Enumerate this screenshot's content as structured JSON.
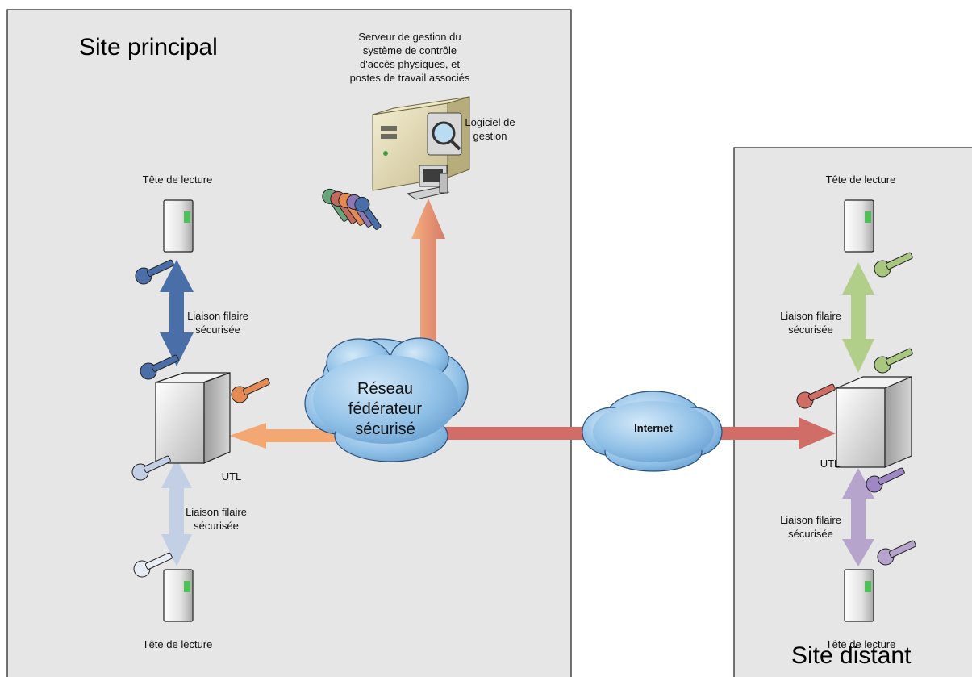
{
  "sites": {
    "main": {
      "title": "Site principal"
    },
    "remote": {
      "title": "Site distant"
    }
  },
  "server": {
    "caption": "Serveur de gestion du\nsystème de contrôle\nd'accès physiques, et\npostes de travail associés",
    "software_label": "Logiciel de\ngestion"
  },
  "network": {
    "federator_label": "Réseau\nfédérateur\nsécurisé",
    "internet_label": "Internet"
  },
  "main_site": {
    "reader_top_label": "Tête de lecture",
    "reader_bottom_label": "Tête de lecture",
    "link_top_label": "Liaison filaire\nsécurisée",
    "link_bottom_label": "Liaison filaire\nsécurisée",
    "utl_label": "UTL"
  },
  "remote_site": {
    "reader_top_label": "Tête de lecture",
    "reader_bottom_label": "Tête de lecture",
    "link_top_label": "Liaison filaire\nsécurisée",
    "link_bottom_label": "Liaison filaire\nsécurisée",
    "utl_label": "UTL"
  },
  "colors": {
    "site_bg": "#e6e6e6",
    "blue_dark": "#4a6ea8",
    "blue_light": "#c2cfe4",
    "orange": "#f0a570",
    "red": "#cf6d66",
    "green": "#b2cf8a",
    "purple": "#b6a4cd",
    "cloud": "#7fb0dc"
  }
}
